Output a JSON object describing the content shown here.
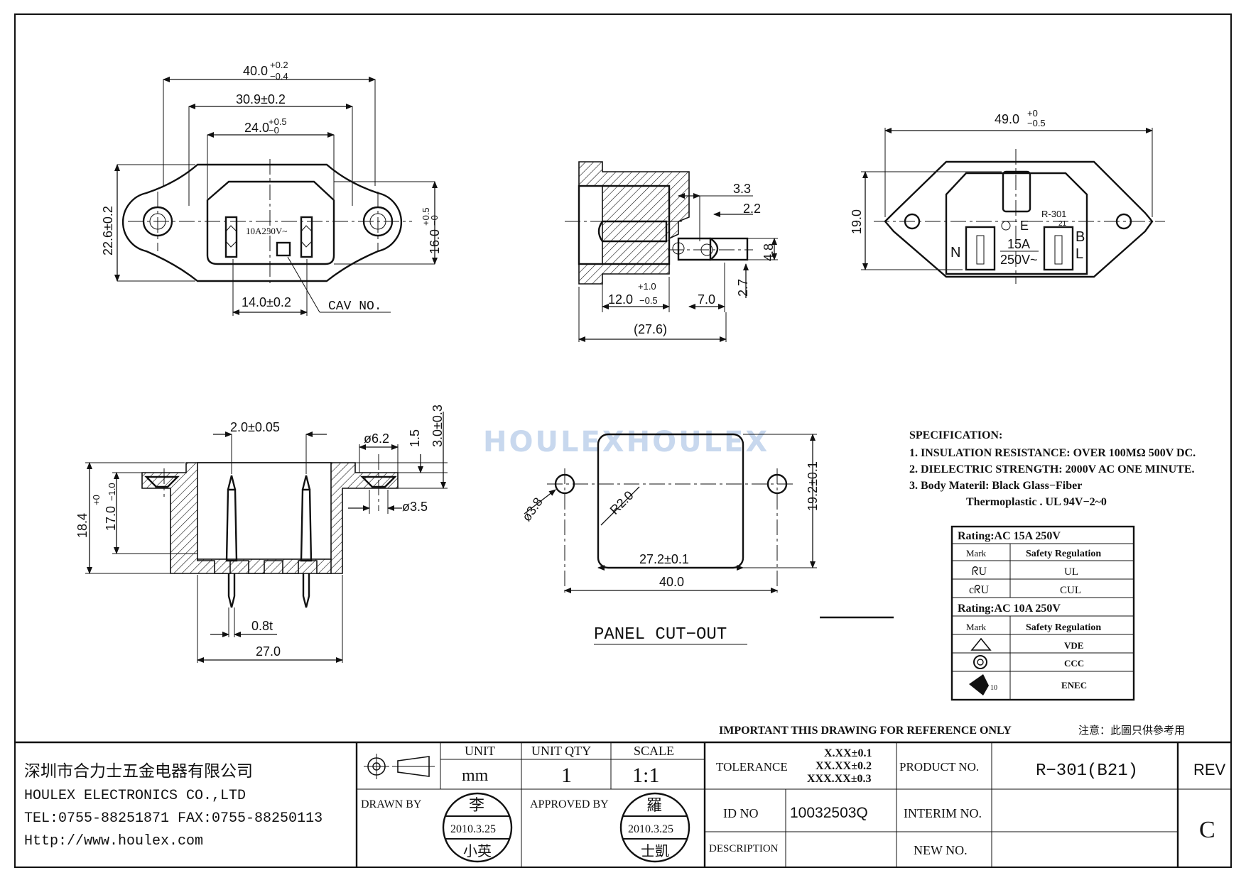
{
  "dimensions": {
    "front": {
      "overall_width": "40.0",
      "overall_tol_plus": "+0.2",
      "overall_tol_minus": "−0.4",
      "hole_pitch": "30.9±0.2",
      "body_width": "24.0",
      "body_tol_plus": "+0.5",
      "body_tol_minus": "−0",
      "height": "22.6±0.2",
      "body_height": "16.0",
      "body_height_tol_plus": "+0.5",
      "body_height_tol_minus": "−0",
      "pin_pitch": "14.0±0.2",
      "cav_no": "CAV NO.",
      "rating_mark": "10A250V~"
    },
    "side": {
      "d1": "3.3",
      "d2": "2.2",
      "d3": "4.8",
      "d4": "2.7",
      "depth": "12.0",
      "depth_tol_plus": "+1.0",
      "depth_tol_minus": "−0.5",
      "d5": "7.0",
      "total": "(27.6)"
    },
    "top": {
      "width": "49.0",
      "width_tol_plus": "+0",
      "width_tol_minus": "−0.5",
      "height": "19.0",
      "model": "R-301",
      "model_sub": "21",
      "label_e": "E",
      "label_n": "N",
      "label_b": "B",
      "label_l": "L",
      "rating_a": "15A",
      "rating_v": "250V~"
    },
    "section": {
      "pin_width": "2.0±0.05",
      "hole_dia": "ø6.2",
      "flange": "1.5",
      "flange_total": "3.0±0.3",
      "small_hole": "ø3.5",
      "overall_h": "18.4",
      "body_h": "17.0",
      "body_h_tol_plus": "+0",
      "body_h_tol_minus": "−1.0",
      "pin_thk": "0.8t",
      "width": "27.0"
    },
    "cutout": {
      "hole": "ø3.8",
      "radius": "R2.0",
      "height": "19.2±0.1",
      "width": "27.2±0.1",
      "pitch": "40.0",
      "title": "PANEL CUT−OUT"
    }
  },
  "watermark": "HOULEXHOULEX",
  "specification": {
    "title": "SPECIFICATION:",
    "lines": [
      "1. INSULATION RESISTANCE: OVER 100MΩ 500V DC.",
      "2. DIELECTRIC STRENGTH: 2000V AC ONE MINUTE.",
      "3. Body Materil: Black Glass−Fiber",
      "Thermoplastic . UL 94V−2~0"
    ]
  },
  "ratings": {
    "rating1": "Rating:AC 15A 250V",
    "rating2": "Rating:AC 10A 250V",
    "mark_header": "Mark",
    "reg_header": "Safety Regulation",
    "rows1": [
      "UL",
      "CUL"
    ],
    "rows2": [
      "VDE",
      "CCC",
      "ENEC"
    ],
    "enec_sub": "10"
  },
  "notice": {
    "en": "IMPORTANT THIS DRAWING FOR REFERENCE ONLY",
    "zh": "注意：此圖只供參考用"
  },
  "titleblock": {
    "company_zh": "深圳市合力士五金电器有限公司",
    "company_en": "HOULEX ELECTRONICS CO.,LTD",
    "tel_fax": "TEL:0755-88251871  FAX:0755-88250113",
    "url": "Http://www.houlex.com",
    "unit_label": "UNIT",
    "unit_value": "mm",
    "qty_label": "UNIT  QTY",
    "qty_value": "1",
    "scale_label": "SCALE",
    "scale_value": "1:1",
    "tolerance_label": "TOLERANCE",
    "tol1": "X.XX±0.1",
    "tol2": "XX.XX±0.2",
    "tol3": "XXX.XX±0.3",
    "product_no_label": "PRODUCT NO.",
    "product_no": "R−301(B21)",
    "rev_label": "REV",
    "rev_value": "C",
    "drawn_by_label": "DRAWN BY",
    "drawn_top": "李",
    "drawn_date": "2010.3.25",
    "drawn_bottom": "小英",
    "approved_by_label": "APPROVED BY",
    "approved_top": "羅",
    "approved_date": "2010.3.25",
    "approved_bottom": "士凱",
    "id_no_label": "ID  NO",
    "id_no": "10032503Q",
    "interim_label": "INTERIM NO.",
    "description_label": "DESCRIPTION",
    "new_no_label": "NEW  NO."
  }
}
